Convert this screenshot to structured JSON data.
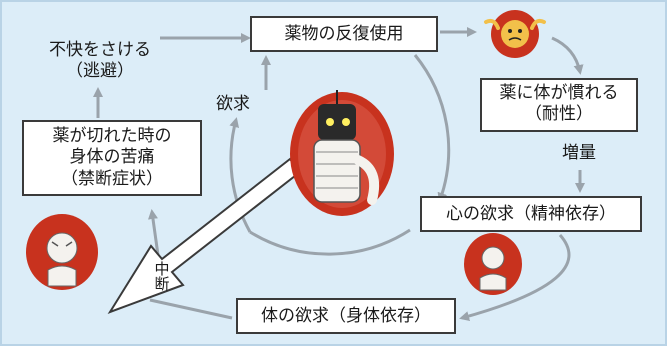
{
  "nodes": {
    "repeated_use": "薬物の反復使用",
    "tolerance": [
      "薬に体が慣れる",
      "（耐性）"
    ],
    "increase": "増量",
    "psychological": "心の欲求（精神依存）",
    "physical": "体の欲求（身体依存）",
    "withdrawal": [
      "薬が切れた時の",
      "身体の苦痛",
      "（禁断症状）"
    ],
    "avoid": [
      "不快をさける",
      "（逃避）"
    ],
    "craving": "欲求",
    "stop": [
      "中",
      "断"
    ]
  },
  "colors": {
    "background": "#dcedf8",
    "arrow": "#9aa3ab",
    "box_border": "#3a3a3a",
    "illustration_red": "#c8321e"
  }
}
